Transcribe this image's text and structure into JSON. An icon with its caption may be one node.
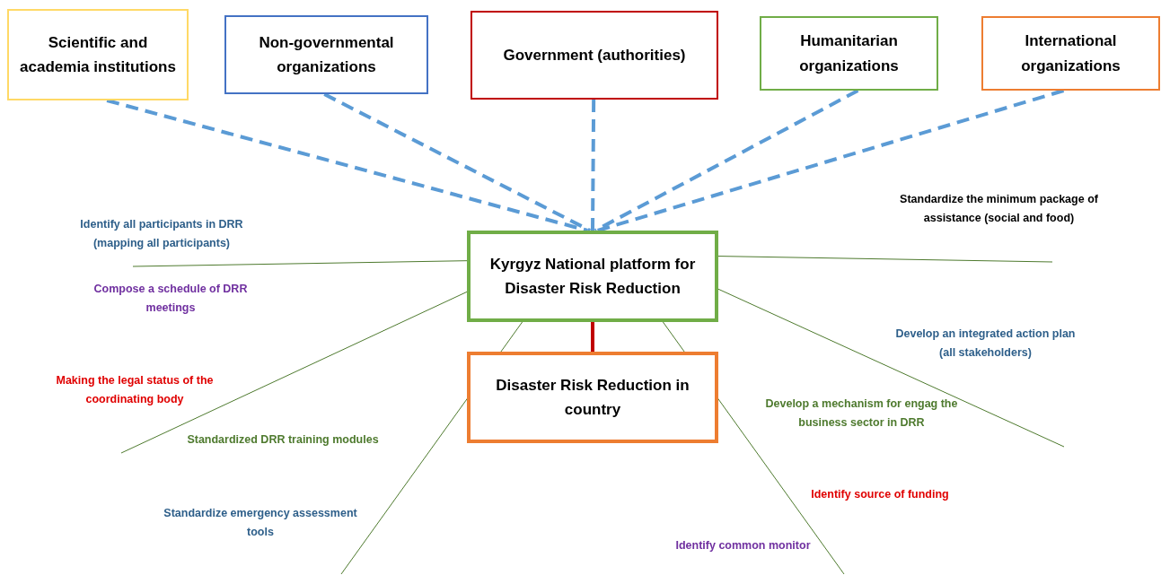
{
  "diagram": {
    "nodes": [
      {
        "text": [
          "Scientific and academia institutions"
        ]
      },
      {
        "text": [
          "Non-governmental organizations"
        ]
      },
      {
        "text": [
          "Government (authorities)"
        ]
      },
      {
        "text": [
          "Humanitarian organizations"
        ]
      },
      {
        "text": [
          "International organizations"
        ]
      },
      {
        "text": [
          "Kyrgyz National platform for Disaster Risk Reduction"
        ]
      },
      {
        "text": [
          "Disaster Risk Reduction in country"
        ]
      }
    ],
    "edges": [
      {
        "from": 0,
        "to": 5,
        "arrow": "none",
        "style": "dashed",
        "color": "#5b9bd5"
      },
      {
        "from": 1,
        "to": 5,
        "arrow": "none",
        "style": "dashed",
        "color": "#5b9bd5"
      },
      {
        "from": 2,
        "to": 5,
        "arrow": "none",
        "style": "dashed",
        "color": "#5b9bd5"
      },
      {
        "from": 3,
        "to": 5,
        "arrow": "none",
        "style": "dashed",
        "color": "#5b9bd5"
      },
      {
        "from": 4,
        "to": 5,
        "arrow": "none",
        "style": "dashed",
        "color": "#5b9bd5"
      },
      {
        "from": 5,
        "to": 6,
        "arrow": "none",
        "style": "thick",
        "color": "#c00000"
      },
      {
        "from": 5,
        "to": null,
        "arrow": "none",
        "color": "#4e7a2e"
      },
      {
        "from": 5,
        "to": null,
        "arrow": "none",
        "color": "#4e7a2e"
      },
      {
        "from": 5,
        "to": null,
        "arrow": "none",
        "color": "#4e7a2e"
      },
      {
        "from": 5,
        "to": null,
        "arrow": "none",
        "color": "#4e7a2e"
      },
      {
        "from": 5,
        "to": null,
        "arrow": "none",
        "color": "#4e7a2e"
      },
      {
        "from": 5,
        "to": null,
        "arrow": "none",
        "color": "#4e7a2e"
      }
    ],
    "labels": [
      "Standardize the minimum package of assistance (social and food)",
      "Identify all participants in DRR (mapping all participants)",
      "Compose a schedule of DRR meetings",
      "Develop an integrated action plan (all stakeholders)",
      "Making the legal status of the coordinating body",
      "Develop a mechanism for engag the business sector in DRR",
      "Standardized DRR training modules",
      "Identify source of funding",
      "Standardize emergency assessment tools",
      "Identify common monitor"
    ]
  }
}
